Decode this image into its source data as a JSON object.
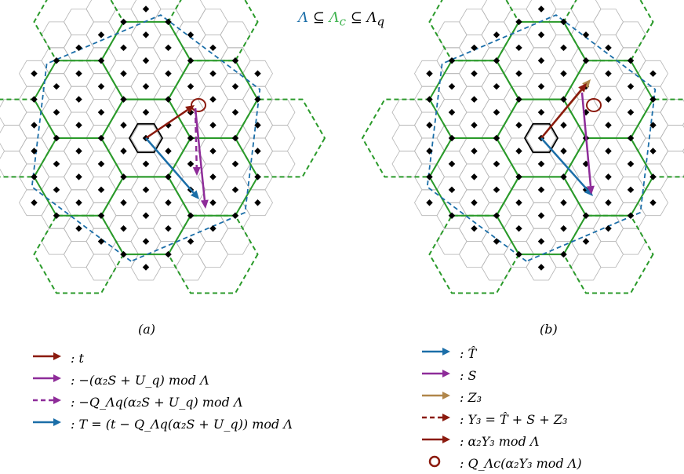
{
  "header": {
    "lambda": "Λ",
    "sub1": "⊆",
    "lambda_c": "Λ",
    "c": "c",
    "sub2": "⊆",
    "lambda_q": "Λ",
    "q": "q"
  },
  "captions": {
    "a": "(a)",
    "b": "(b)"
  },
  "legend_left": [
    {
      "style": "solid",
      "color": "#8b1a0e",
      "label": ": t"
    },
    {
      "style": "solid",
      "color": "#8e2c99",
      "label": ": −(α₂S + U_q)   mod Λ"
    },
    {
      "style": "dashed",
      "color": "#8e2c99",
      "label": ": −Q_Λq(α₂S + U_q)   mod Λ"
    },
    {
      "style": "solid",
      "color": "#1b6ea8",
      "label": ":  T = (t − Q_Λq(α₂S + U_q))  mod Λ"
    }
  ],
  "legend_right": [
    {
      "style": "solid",
      "color": "#1b6ea8",
      "label": ": T̂"
    },
    {
      "style": "solid",
      "color": "#8e2c99",
      "label": ": S"
    },
    {
      "style": "solid",
      "color": "#b0864a",
      "label": ": Z₃"
    },
    {
      "style": "dashed",
      "color": "#8b1a0e",
      "label": ": Y₃ = T̂ + S + Z₃"
    },
    {
      "style": "solid",
      "color": "#8b1a0e",
      "label": ": α₂Y₃   mod Λ"
    },
    {
      "style": "circle",
      "color": "#8b1a0e",
      "label": ": Q_Λc(α₂Y₃   mod Λ)"
    }
  ],
  "colors": {
    "fine_hex": "#b4b4b4",
    "coarse_hex": "#2a9a2a",
    "outer_hex": "#1b6ea8",
    "center_hex": "#000000",
    "dot": "#000000"
  }
}
